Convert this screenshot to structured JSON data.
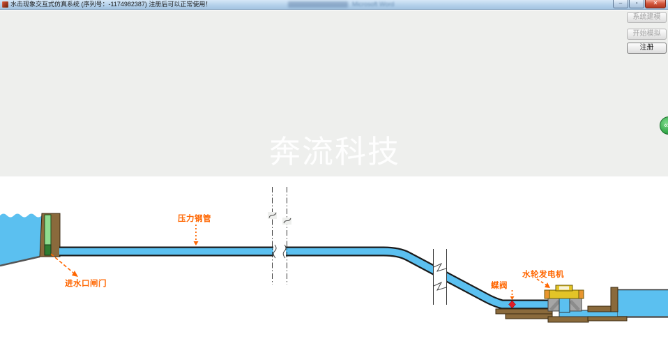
{
  "titlebar": {
    "title": "水击现象交互式仿真系统 (序列号：-1174982387) 注册后可以正常使用！",
    "ghost_text": "Microsoft Word",
    "controls": {
      "minimize": "–",
      "maximize": "▫",
      "close": "✕"
    }
  },
  "panel": {
    "buttons": [
      {
        "label": "系统建模",
        "enabled": false
      },
      {
        "label": "开始模拟",
        "enabled": false
      },
      {
        "label": "注册",
        "enabled": true
      }
    ],
    "collapse_glyph": "«"
  },
  "watermark": "奔流科技",
  "diagram": {
    "labels": {
      "intake_gate": "进水口闸门",
      "penstock": "压力钢管",
      "butterfly_valve": "蝶阀",
      "turbine_generator": "水轮发电机"
    }
  },
  "colors": {
    "water": "#5bc0f0",
    "label_orange": "#ff6600",
    "structure_brown": "#8a6a3c",
    "gate_green": "#8fdc8f",
    "generator_yellow": "#e3c427",
    "valve_red": "#e01b24",
    "titlebar_blue": "#b3d0ea"
  }
}
